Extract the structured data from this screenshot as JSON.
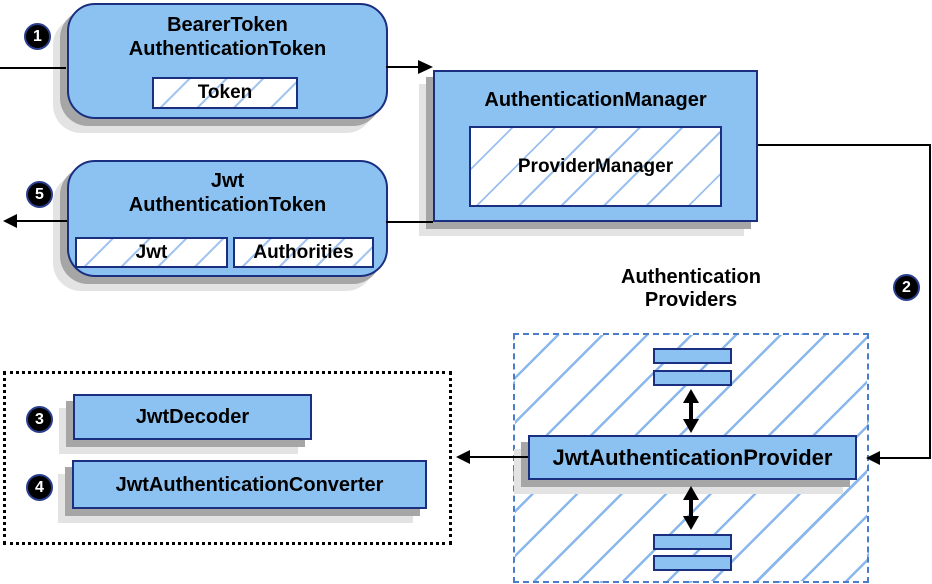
{
  "colors": {
    "box_fill": "#8cc2f2",
    "box_border": "#1a2f80",
    "hatch_line": "#8ab7ec",
    "dashed_group_border": "#4a7cc7",
    "dotted_group_border": "#000000",
    "shadow_dark": "#a6a6a6",
    "shadow_light": "#e3e3e3",
    "connector": "#000000",
    "badge_fill": "#000000",
    "badge_text": "#ffffff",
    "text": "#000000"
  },
  "badges": {
    "step1": "1",
    "step2": "2",
    "step3": "3",
    "step4": "4",
    "step5": "5"
  },
  "bearer_token_box": {
    "title_line1": "BearerToken",
    "title_line2": "AuthenticationToken",
    "chip": "Token"
  },
  "authentication_manager_box": {
    "title": "AuthenticationManager",
    "chip": "ProviderManager"
  },
  "jwt_authentication_token_box": {
    "title_line1": "Jwt",
    "title_line2": "AuthenticationToken",
    "chip_jwt": "Jwt",
    "chip_authorities": "Authorities"
  },
  "authentication_providers_group": {
    "label_line1": "Authentication",
    "label_line2": "Providers",
    "provider_box": "JwtAuthenticationProvider"
  },
  "decoder_group": {
    "decoder_box": "JwtDecoder",
    "converter_box": "JwtAuthenticationConverter"
  }
}
